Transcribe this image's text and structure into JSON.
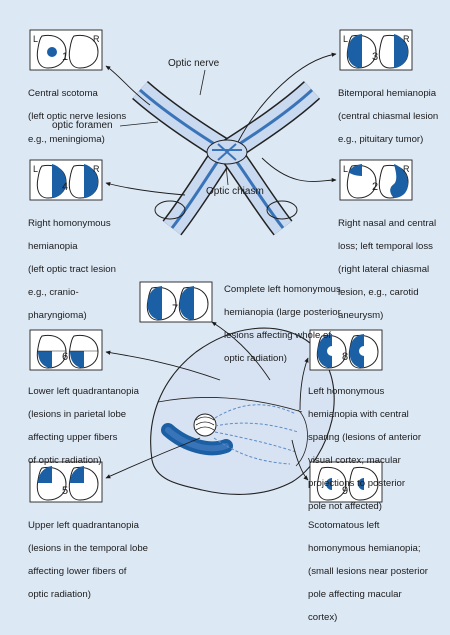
{
  "colors": {
    "background": "#dde8f5",
    "field_fill": "#1b5fa5",
    "nerve_fill": "#c9d9ef",
    "brain_fill": "#d7e3f2"
  },
  "labels": {
    "optic_nerve": "Optic nerve",
    "optic_foramen": "optic foramen",
    "optic_chiasm": "Optic chiasm"
  },
  "defects": [
    {
      "number": "1",
      "side_left": "L",
      "side_right": "R",
      "caption": [
        "Central scotoma",
        "(left optic nerve lesions",
        "e.g., meningioma)"
      ]
    },
    {
      "number": "3",
      "side_left": "L",
      "side_right": "R",
      "caption": [
        "Bitemporal hemianopia",
        "(central chiasmal lesion",
        "e.g., pituitary tumor)"
      ]
    },
    {
      "number": "4",
      "side_left": "L",
      "side_right": "R",
      "caption": [
        "Right homonymous",
        "hemianopia",
        "(left optic tract lesion",
        "e.g., cranio-",
        "pharyngioma)"
      ]
    },
    {
      "number": "2",
      "side_left": "L",
      "side_right": "R",
      "caption": [
        "Right nasal and central",
        "loss; left temporal loss",
        "(right lateral chiasmal",
        "lesion, e.g., carotid",
        "aneurysm)"
      ]
    },
    {
      "number": "7",
      "caption": [
        "Complete left homonymous",
        "hemianopia (large posterior",
        "lesions affecting whole of",
        "optic radiation)"
      ]
    },
    {
      "number": "6",
      "caption": [
        "Lower left quadrantanopia",
        "(lesions in parietal lobe",
        "affecting upper fibers",
        "of optic radiation)"
      ]
    },
    {
      "number": "8",
      "caption": [
        "Left homonymous",
        "hemianopia with central",
        "sparing (lesions of anterior",
        "visual cortex; macular",
        "projections to posterior",
        "pole not affected)"
      ]
    },
    {
      "number": "5",
      "caption": [
        "Upper left quadrantanopia",
        "(lesions in the temporal lobe",
        "affecting lower fibers of",
        "optic radiation)"
      ]
    },
    {
      "number": "9",
      "caption": [
        "Scotomatous left",
        "homonymous hemianopia;",
        "(small lesions near posterior",
        "pole affecting macular",
        "cortex)"
      ]
    }
  ]
}
